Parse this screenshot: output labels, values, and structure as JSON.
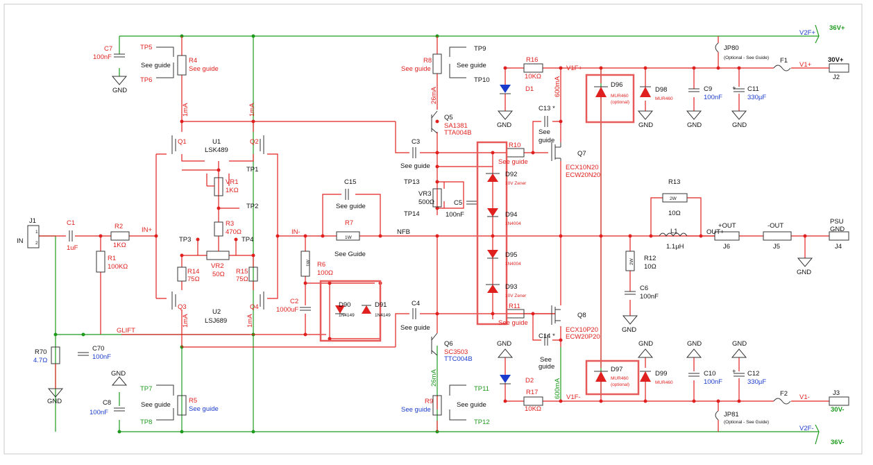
{
  "connectors": {
    "j1": {
      "ref": "J1",
      "net": "IN",
      "pins": [
        "1",
        "2"
      ]
    },
    "rail_pos_label": "V2F+",
    "rail_pos_value": "36V+",
    "rail_neg_label": "V2F-",
    "rail_neg_value": "36V-",
    "out30p": {
      "net": "V1+",
      "value": "30V+",
      "ref": "J2"
    },
    "out30n": {
      "net": "V1-",
      "value": "30V-",
      "ref": "J3"
    },
    "outp": {
      "label": "+OUT",
      "ref": "J6"
    },
    "outn": {
      "label": "-OUT",
      "ref": "J5"
    },
    "psu": {
      "label1": "PSU",
      "label2": "GND",
      "ref": "J4"
    }
  },
  "nets": {
    "in_plus": "IN+",
    "in_minus": "IN-",
    "nfb": "NFB",
    "glift": "GLIFT",
    "out_plus": "OUT+",
    "v1f_plus": "V1F+",
    "v1f_minus": "V1F-",
    "gnd": "GND"
  },
  "components": {
    "c1": {
      "ref": "C1",
      "value": "1uF"
    },
    "r2": {
      "ref": "R2",
      "value": "1KΩ"
    },
    "r1": {
      "ref": "R1",
      "value": "100KΩ"
    },
    "c7": {
      "ref": "C7",
      "value": "100nF"
    },
    "c8": {
      "ref": "C8",
      "value": "100nF"
    },
    "r70": {
      "ref": "R70",
      "value": "4.7Ω"
    },
    "c70": {
      "ref": "C70",
      "value": "100nF"
    },
    "tp5": "TP5",
    "tp6": "TP6",
    "tp7": "TP7",
    "tp8": "TP8",
    "see_guide": "See guide",
    "r4": {
      "ref": "R4",
      "value": "See guide"
    },
    "r5": {
      "ref": "R5",
      "value": "See guide"
    },
    "q1": "Q1",
    "q2": "Q2",
    "q3": "Q3",
    "q4": "Q4",
    "u1": {
      "ref": "U1",
      "value": "LSK489"
    },
    "u2": {
      "ref": "U2",
      "value": "LSJ689"
    },
    "ma1": "1mA",
    "tp1": "TP1",
    "tp2": "TP2",
    "tp3": "TP3",
    "tp4": "TP4",
    "vr1": {
      "ref": "VR1",
      "value": "1KΩ"
    },
    "r3": {
      "ref": "R3",
      "value": "470Ω"
    },
    "vr2": {
      "ref": "VR2",
      "value": "50Ω"
    },
    "r14": {
      "ref": "R14",
      "value": "75Ω"
    },
    "r15": {
      "ref": "R15",
      "value": "75Ω"
    },
    "c15": {
      "ref": "C15",
      "value": "See guide"
    },
    "r7": {
      "ref": "R7",
      "value": "See Guide",
      "power": "1W"
    },
    "r6": {
      "ref": "R6",
      "value": "100Ω",
      "power": "1W"
    },
    "c2": {
      "ref": "C2",
      "value": "1000uF"
    },
    "d90": {
      "ref": "D90",
      "value": "1N4149"
    },
    "d91": {
      "ref": "D91",
      "value": "1N4149"
    },
    "r8": {
      "ref": "R8",
      "value": "See guide"
    },
    "r9": {
      "ref": "R9",
      "value": "See guide"
    },
    "tp9": "TP9",
    "tp10": "TP10",
    "tp11": "TP11",
    "tp12": "TP12",
    "tp13": "TP13",
    "tp14": "TP14",
    "q5": {
      "ref": "Q5",
      "part1": "SA1381",
      "part2": "TTA004B"
    },
    "q6": {
      "ref": "Q6",
      "part1": "SC3503",
      "part2": "TTC004B"
    },
    "ma26": "26mA",
    "c3": {
      "ref": "C3",
      "value": "See guide"
    },
    "c4": {
      "ref": "C4",
      "value": "See guide"
    },
    "vr3": {
      "ref": "VR3",
      "value": "500Ω"
    },
    "c5": {
      "ref": "C5",
      "value": "100nF"
    },
    "d92": {
      "ref": "D92",
      "value": "10V Zener"
    },
    "d93": {
      "ref": "D93",
      "value": "10V Zener"
    },
    "d94": {
      "ref": "D94",
      "value": "1N4004"
    },
    "d95": {
      "ref": "D95",
      "value": "1N4004"
    },
    "r10": {
      "ref": "R10",
      "value": "See guide"
    },
    "r11": {
      "ref": "R11",
      "value": "See guide"
    },
    "r16": {
      "ref": "R16",
      "value": "10KΩ"
    },
    "r17": {
      "ref": "R17",
      "value": "10KΩ"
    },
    "d1": "D1",
    "d2": "D2",
    "c13": {
      "ref": "C13 *",
      "value1": "See",
      "value2": "guide"
    },
    "c14": {
      "ref": "C14 *",
      "value1": "See",
      "value2": "guide"
    },
    "ma600": "600mA",
    "q7": {
      "ref": "Q7",
      "part1": "ECX10N20",
      "part2": "ECW20N20"
    },
    "q8": {
      "ref": "Q8",
      "part1": "ECX10P20",
      "part2": "ECW20P20"
    },
    "d96": {
      "ref": "D96",
      "value": "MUR460",
      "note": "(optional)"
    },
    "d97": {
      "ref": "D97",
      "value": "MUR460",
      "note": "(optional)"
    },
    "d98": {
      "ref": "D98",
      "value": "MUR460"
    },
    "d99": {
      "ref": "D99",
      "value": "MUR460"
    },
    "c9": {
      "ref": "C9",
      "value": "100nF"
    },
    "c10": {
      "ref": "C10",
      "value": "100nF"
    },
    "c11": {
      "ref": "C11",
      "value": "330µF"
    },
    "c12": {
      "ref": "C12",
      "value": "330µF"
    },
    "jp80": {
      "ref": "JP80",
      "note": "(Optional - See Guide)"
    },
    "jp81": {
      "ref": "JP81",
      "note": "(Optional - See Guide)"
    },
    "f1": "F1",
    "f2": "F2",
    "r13": {
      "ref": "R13",
      "value": "10Ω",
      "power": "2W"
    },
    "l1": {
      "ref": "L1",
      "value": "1.1µH"
    },
    "r12": {
      "ref": "R12",
      "value": "10Ω",
      "power": "2W"
    },
    "c6": {
      "ref": "C6",
      "value": "100nF"
    }
  },
  "colors": {
    "wire": "#e0201e",
    "rail": "#1d9a1d",
    "value_text": "#1a3bcc",
    "highlight": "#e85a5a"
  }
}
